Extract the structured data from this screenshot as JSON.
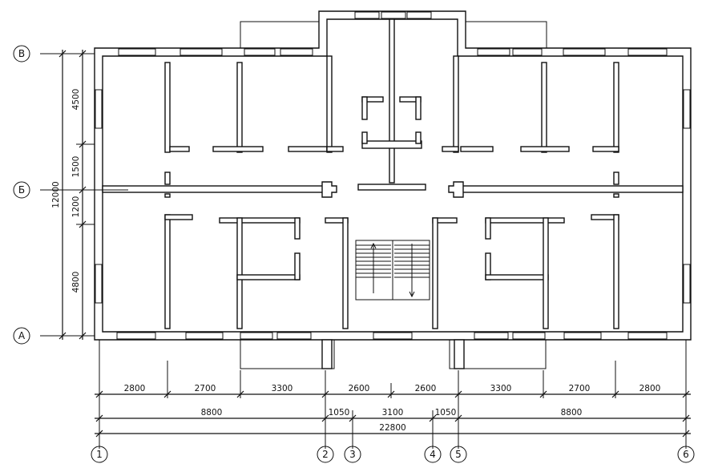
{
  "axes_letters": [
    "В",
    "Б",
    "А"
  ],
  "axes_numbers": [
    "1",
    "2",
    "3",
    "4",
    "5",
    "6"
  ],
  "vertical_dims": {
    "overall": "12000",
    "segments": [
      "4500",
      "1500",
      "1200",
      "4800"
    ]
  },
  "horizontal_dims": {
    "row1": [
      "2800",
      "2700",
      "3300",
      "2600",
      "2600",
      "3300",
      "2700",
      "2800"
    ],
    "row2": [
      "8800",
      "1050",
      "3100",
      "1050",
      "8800"
    ],
    "row3": "22800"
  }
}
